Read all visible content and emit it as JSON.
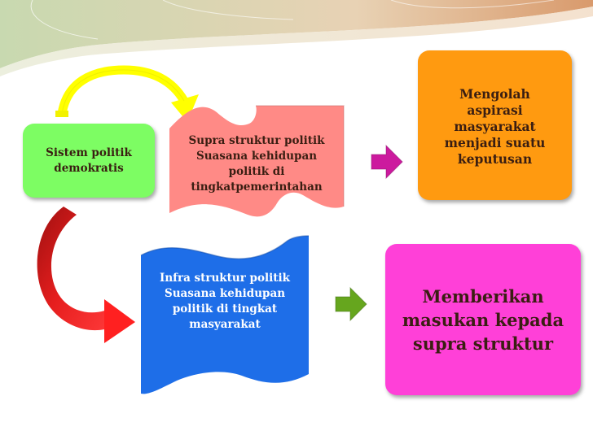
{
  "nodes": {
    "sistem": "Sistem politik\ndemokratis",
    "supra": "Supra struktur politik\nSuasana kehidupan\npolitik di\ntingkatpemerintahan",
    "mengolah": "Mengolah\naspirasi\nmasyarakat\nmenjadi suatu\nkeputusan",
    "infra": "Infra struktur politik\nSuasana kehidupan\npolitik di tingkat\nmasyarakat",
    "memberikan": "Memberikan\nmasukan kepada\nsupra struktur"
  },
  "colors": {
    "sistem": "#7dfd63",
    "supra": "#ff8a86",
    "mengolah": "#ff9a10",
    "infra": "#1e6ee8",
    "memberikan": "#ff40d8",
    "arrow_magenta": "#cc1a9e",
    "arrow_green": "#66a61e",
    "curve_yellow": "#ffff00",
    "curve_red": "#e61e1e"
  }
}
